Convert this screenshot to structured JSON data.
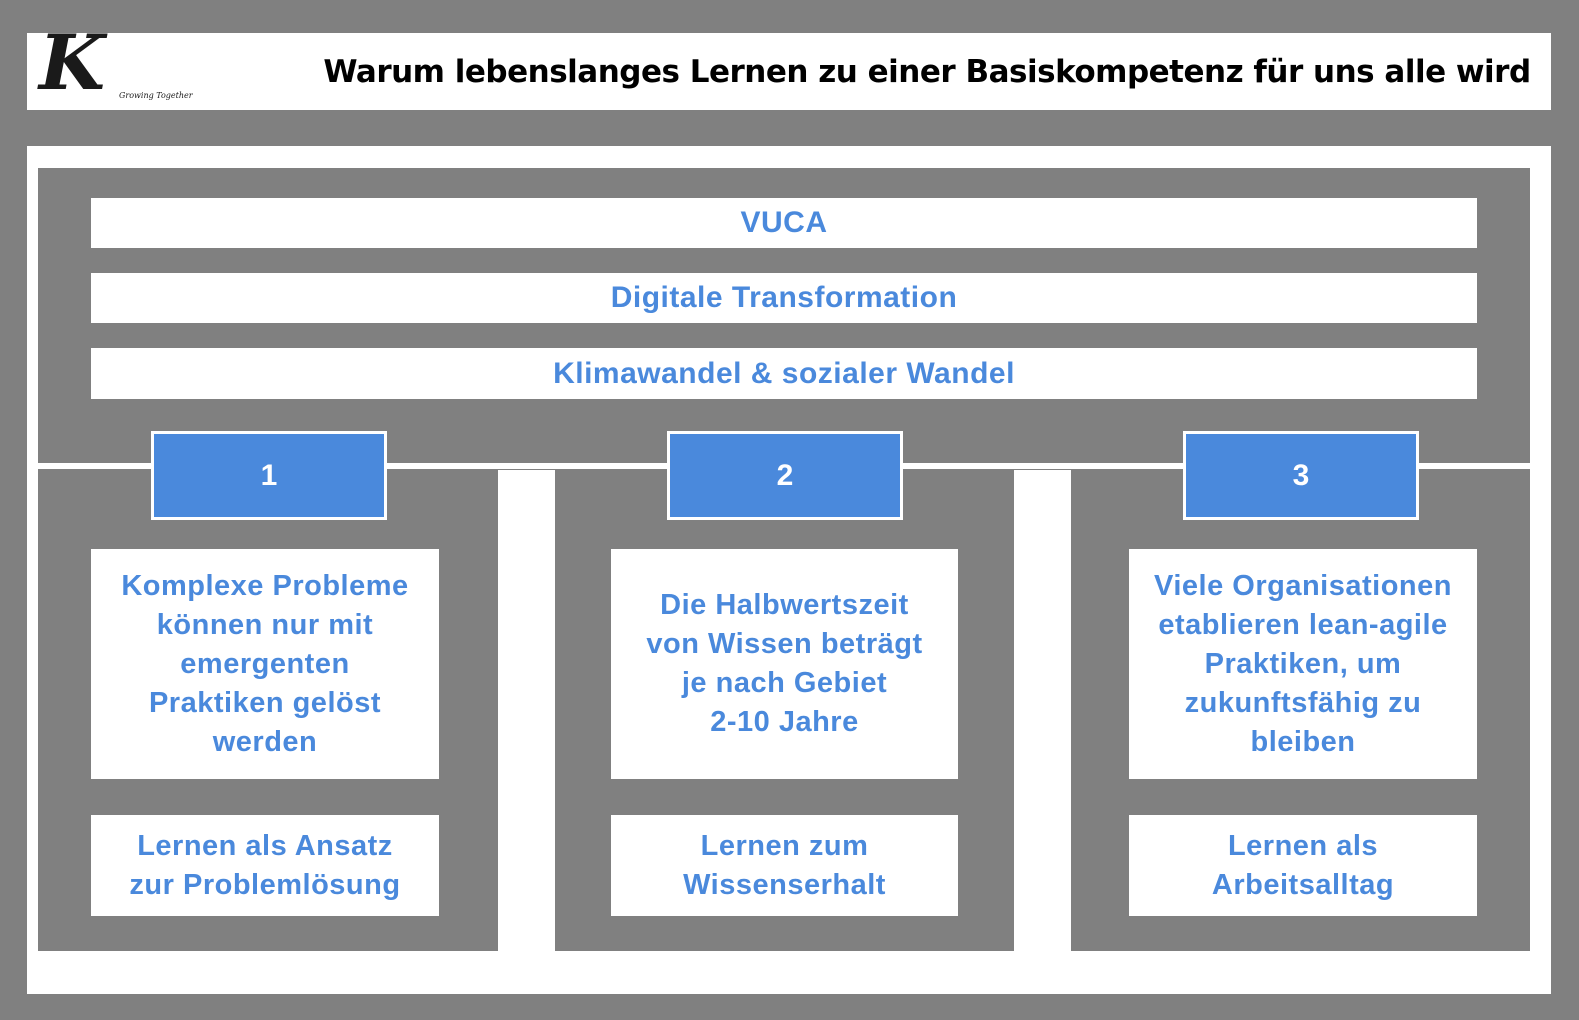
{
  "header": {
    "logo_letter": "K",
    "logo_tagline": "Growing Together",
    "title": "Warum lebenslanges Lernen zu einer Basiskompetenz für uns alle wird"
  },
  "drivers": [
    "VUCA",
    "Digitale Transformation",
    "Klimawandel & sozialer Wandel"
  ],
  "columns": [
    {
      "number": "1",
      "description": "Komplexe Probleme\nkönnen nur mit\nemergenten\nPraktiken gelöst\nwerden",
      "conclusion": "Lernen als Ansatz\nzur Problemlösung"
    },
    {
      "number": "2",
      "description": "Die Halbwertszeit\nvon Wissen beträgt\nje nach Gebiet\n2-10 Jahre",
      "conclusion": "Lernen zum\nWissenserhalt"
    },
    {
      "number": "3",
      "description": "Viele Organisationen\netablieren lean-agile\nPraktiken, um\nzukunftsfähig zu\nbleiben",
      "conclusion": "Lernen als\nArbeitsalltag"
    }
  ],
  "colors": {
    "background": "#808080",
    "accent_blue": "#4a89dc",
    "text_blue": "#4a89dc",
    "white": "#ffffff"
  }
}
